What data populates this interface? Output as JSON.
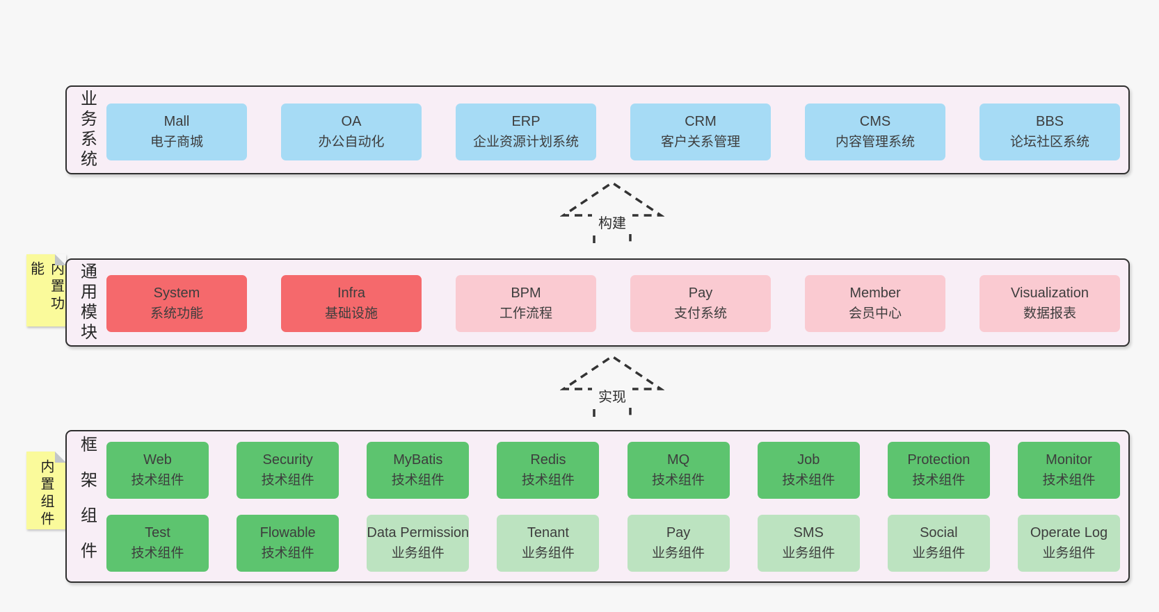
{
  "colors": {
    "page-bg": "#f7f7f7",
    "band-bg": "#f8eef6",
    "band-border": "#2f2f2f",
    "blue": "#a6dbf5",
    "red": "#f5696c",
    "pink": "#facad1",
    "green-dark": "#5dc46f",
    "green-light": "#bce3c0",
    "note-yellow": "#fafa9b",
    "note-fold": "#c2c6c9"
  },
  "arrows": {
    "build": "构建",
    "implement": "实现"
  },
  "notes": {
    "modules": "内置功能",
    "components": "内置组件"
  },
  "bands": {
    "business": {
      "label": "业务系统",
      "boxes": [
        {
          "name": "Mall",
          "desc": "电子商城"
        },
        {
          "name": "OA",
          "desc": "办公自动化"
        },
        {
          "name": "ERP",
          "desc": "企业资源计划系统"
        },
        {
          "name": "CRM",
          "desc": "客户关系管理"
        },
        {
          "name": "CMS",
          "desc": "内容管理系统"
        },
        {
          "name": "BBS",
          "desc": "论坛社区系统"
        }
      ]
    },
    "modules": {
      "label": "通用模块",
      "boxes": [
        {
          "name": "System",
          "desc": "系统功能",
          "kind": "core"
        },
        {
          "name": "Infra",
          "desc": "基础设施",
          "kind": "core"
        },
        {
          "name": "BPM",
          "desc": "工作流程",
          "kind": "optional"
        },
        {
          "name": "Pay",
          "desc": "支付系统",
          "kind": "optional"
        },
        {
          "name": "Member",
          "desc": "会员中心",
          "kind": "optional"
        },
        {
          "name": "Visualization",
          "desc": "数据报表",
          "kind": "optional"
        }
      ]
    },
    "components": {
      "label": "框架组件",
      "rows": [
        [
          {
            "name": "Web",
            "desc": "技术组件"
          },
          {
            "name": "Security",
            "desc": "技术组件"
          },
          {
            "name": "MyBatis",
            "desc": "技术组件"
          },
          {
            "name": "Redis",
            "desc": "技术组件"
          },
          {
            "name": "MQ",
            "desc": "技术组件"
          },
          {
            "name": "Job",
            "desc": "技术组件"
          },
          {
            "name": "Protection",
            "desc": "技术组件"
          },
          {
            "name": "Monitor",
            "desc": "技术组件"
          }
        ],
        [
          {
            "name": "Test",
            "desc": "技术组件"
          },
          {
            "name": "Flowable",
            "desc": "技术组件"
          },
          {
            "name": "Data Permission",
            "desc": "业务组件"
          },
          {
            "name": "Tenant",
            "desc": "业务组件"
          },
          {
            "name": "Pay",
            "desc": "业务组件"
          },
          {
            "name": "SMS",
            "desc": "业务组件"
          },
          {
            "name": "Social",
            "desc": "业务组件"
          },
          {
            "name": "Operate Log",
            "desc": "业务组件"
          }
        ]
      ]
    }
  }
}
